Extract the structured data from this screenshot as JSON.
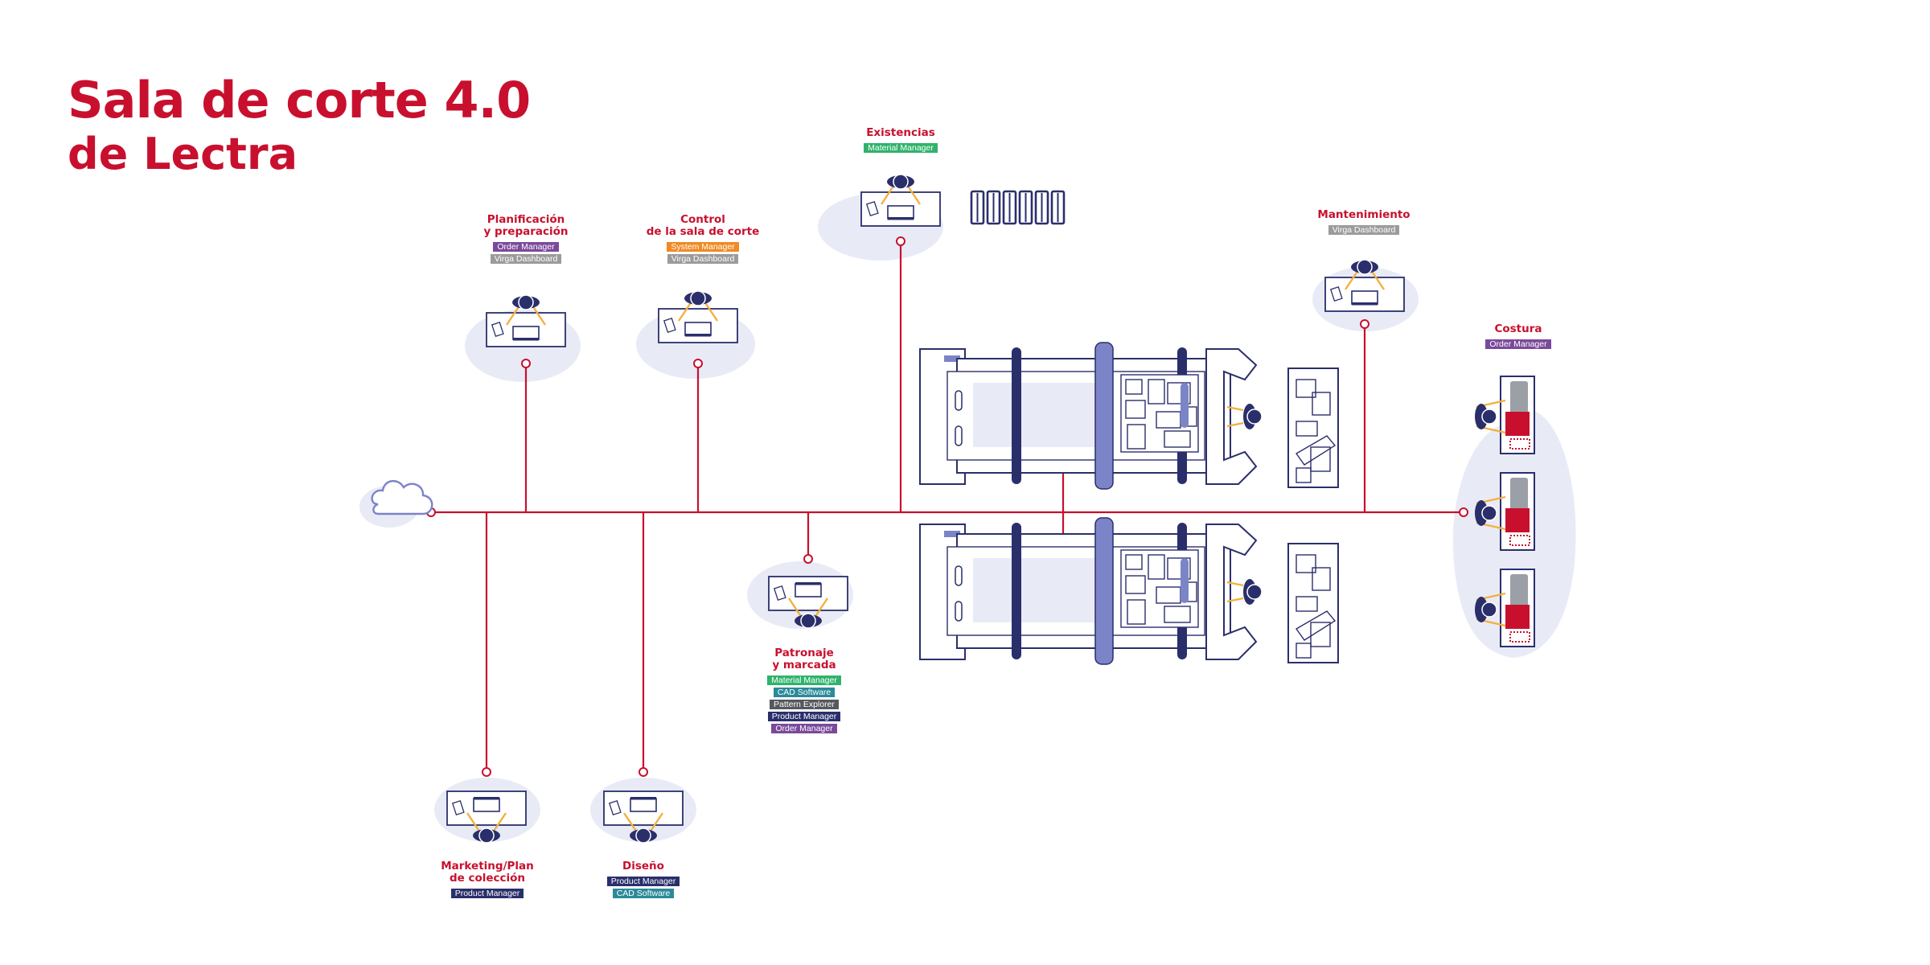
{
  "title": "Sala de corte 4.0",
  "subtitle": "de Lectra",
  "colors": {
    "accent": "#c8102e",
    "navy": "#2a2f6b",
    "halo": "#e8ebf6",
    "blue_mid": "#7c84c8",
    "yellow": "#f3b03d",
    "tag_order_manager": "#7a4a9a",
    "tag_virga_dashboard": "#9b9b9b",
    "tag_system_manager": "#f08a24",
    "tag_material_manager": "#2fb36b",
    "tag_cad_software": "#2b8a99",
    "tag_pattern_explorer": "#55585d",
    "tag_product_manager": "#2a2f6b"
  },
  "stations": {
    "planificacion": {
      "label_lines": [
        "Planificación",
        "y preparación"
      ],
      "tags": [
        {
          "text": "Order Manager",
          "color": "#7a4a9a"
        },
        {
          "text": "Virga Dashboard",
          "color": "#9b9b9b"
        }
      ]
    },
    "control": {
      "label_lines": [
        "Control",
        "de la sala de corte"
      ],
      "tags": [
        {
          "text": "System Manager",
          "color": "#f08a24"
        },
        {
          "text": "Virga Dashboard",
          "color": "#9b9b9b"
        }
      ]
    },
    "existencias": {
      "label_lines": [
        "Existencias"
      ],
      "tags": [
        {
          "text": "Material Manager",
          "color": "#2fb36b"
        }
      ]
    },
    "mantenimiento": {
      "label_lines": [
        "Mantenimiento"
      ],
      "tags": [
        {
          "text": "Virga Dashboard",
          "color": "#9b9b9b"
        }
      ]
    },
    "costura": {
      "label_lines": [
        "Costura"
      ],
      "tags": [
        {
          "text": "Order Manager",
          "color": "#7a4a9a"
        }
      ]
    },
    "patronaje": {
      "label_lines": [
        "Patronaje",
        "y marcada"
      ],
      "tags": [
        {
          "text": "Material Manager",
          "color": "#2fb36b"
        },
        {
          "text": "CAD Software",
          "color": "#2b8a99"
        },
        {
          "text": "Pattern Explorer",
          "color": "#55585d"
        },
        {
          "text": "Product Manager",
          "color": "#2a2f6b"
        },
        {
          "text": "Order Manager",
          "color": "#7a4a9a"
        }
      ]
    },
    "marketing": {
      "label_lines": [
        "Marketing/Plan",
        "de colección"
      ],
      "tags": [
        {
          "text": "Product Manager",
          "color": "#2a2f6b"
        }
      ]
    },
    "diseno": {
      "label_lines": [
        "Diseño"
      ],
      "tags": [
        {
          "text": "Product Manager",
          "color": "#2a2f6b"
        },
        {
          "text": "CAD Software",
          "color": "#2b8a99"
        }
      ]
    }
  },
  "icons": [
    "cloud-icon",
    "operator-desk-icon",
    "storage-racks-icon",
    "cutting-machine-icon",
    "offload-table-icon",
    "sewing-station-icon"
  ]
}
